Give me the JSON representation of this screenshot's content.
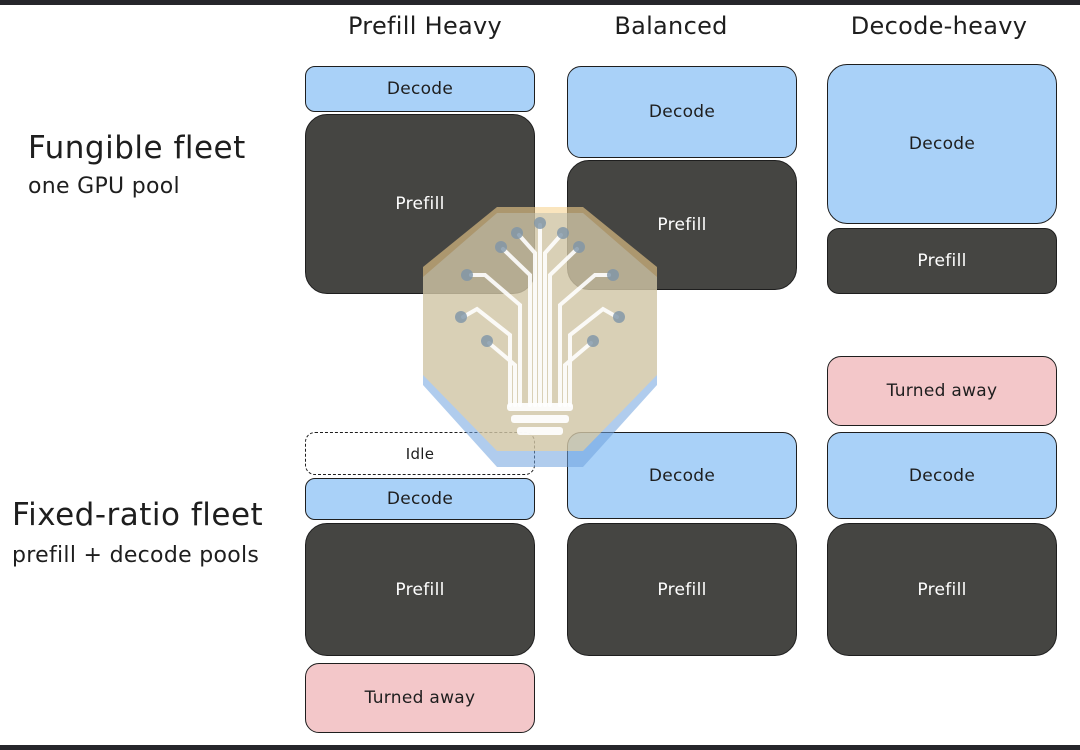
{
  "columns": {
    "prefill_heavy": "Prefill Heavy",
    "balanced": "Balanced",
    "decode_heavy": "Decode-heavy"
  },
  "rows": {
    "fungible": {
      "title": "Fungible fleet",
      "subtitle": "one GPU pool"
    },
    "fixed": {
      "title": "Fixed-ratio fleet",
      "subtitle": "prefill + decode pools"
    }
  },
  "labels": {
    "decode": "Decode",
    "prefill": "Prefill",
    "turned_away": "Turned away",
    "idle": "Idle"
  },
  "colors": {
    "decode": "#a9d1f8",
    "prefill": "#454542",
    "turned_away": "#f3c7c9",
    "idle": "#ffffff"
  },
  "watermark": {
    "icon": "circuit-lightbulb-logo"
  }
}
